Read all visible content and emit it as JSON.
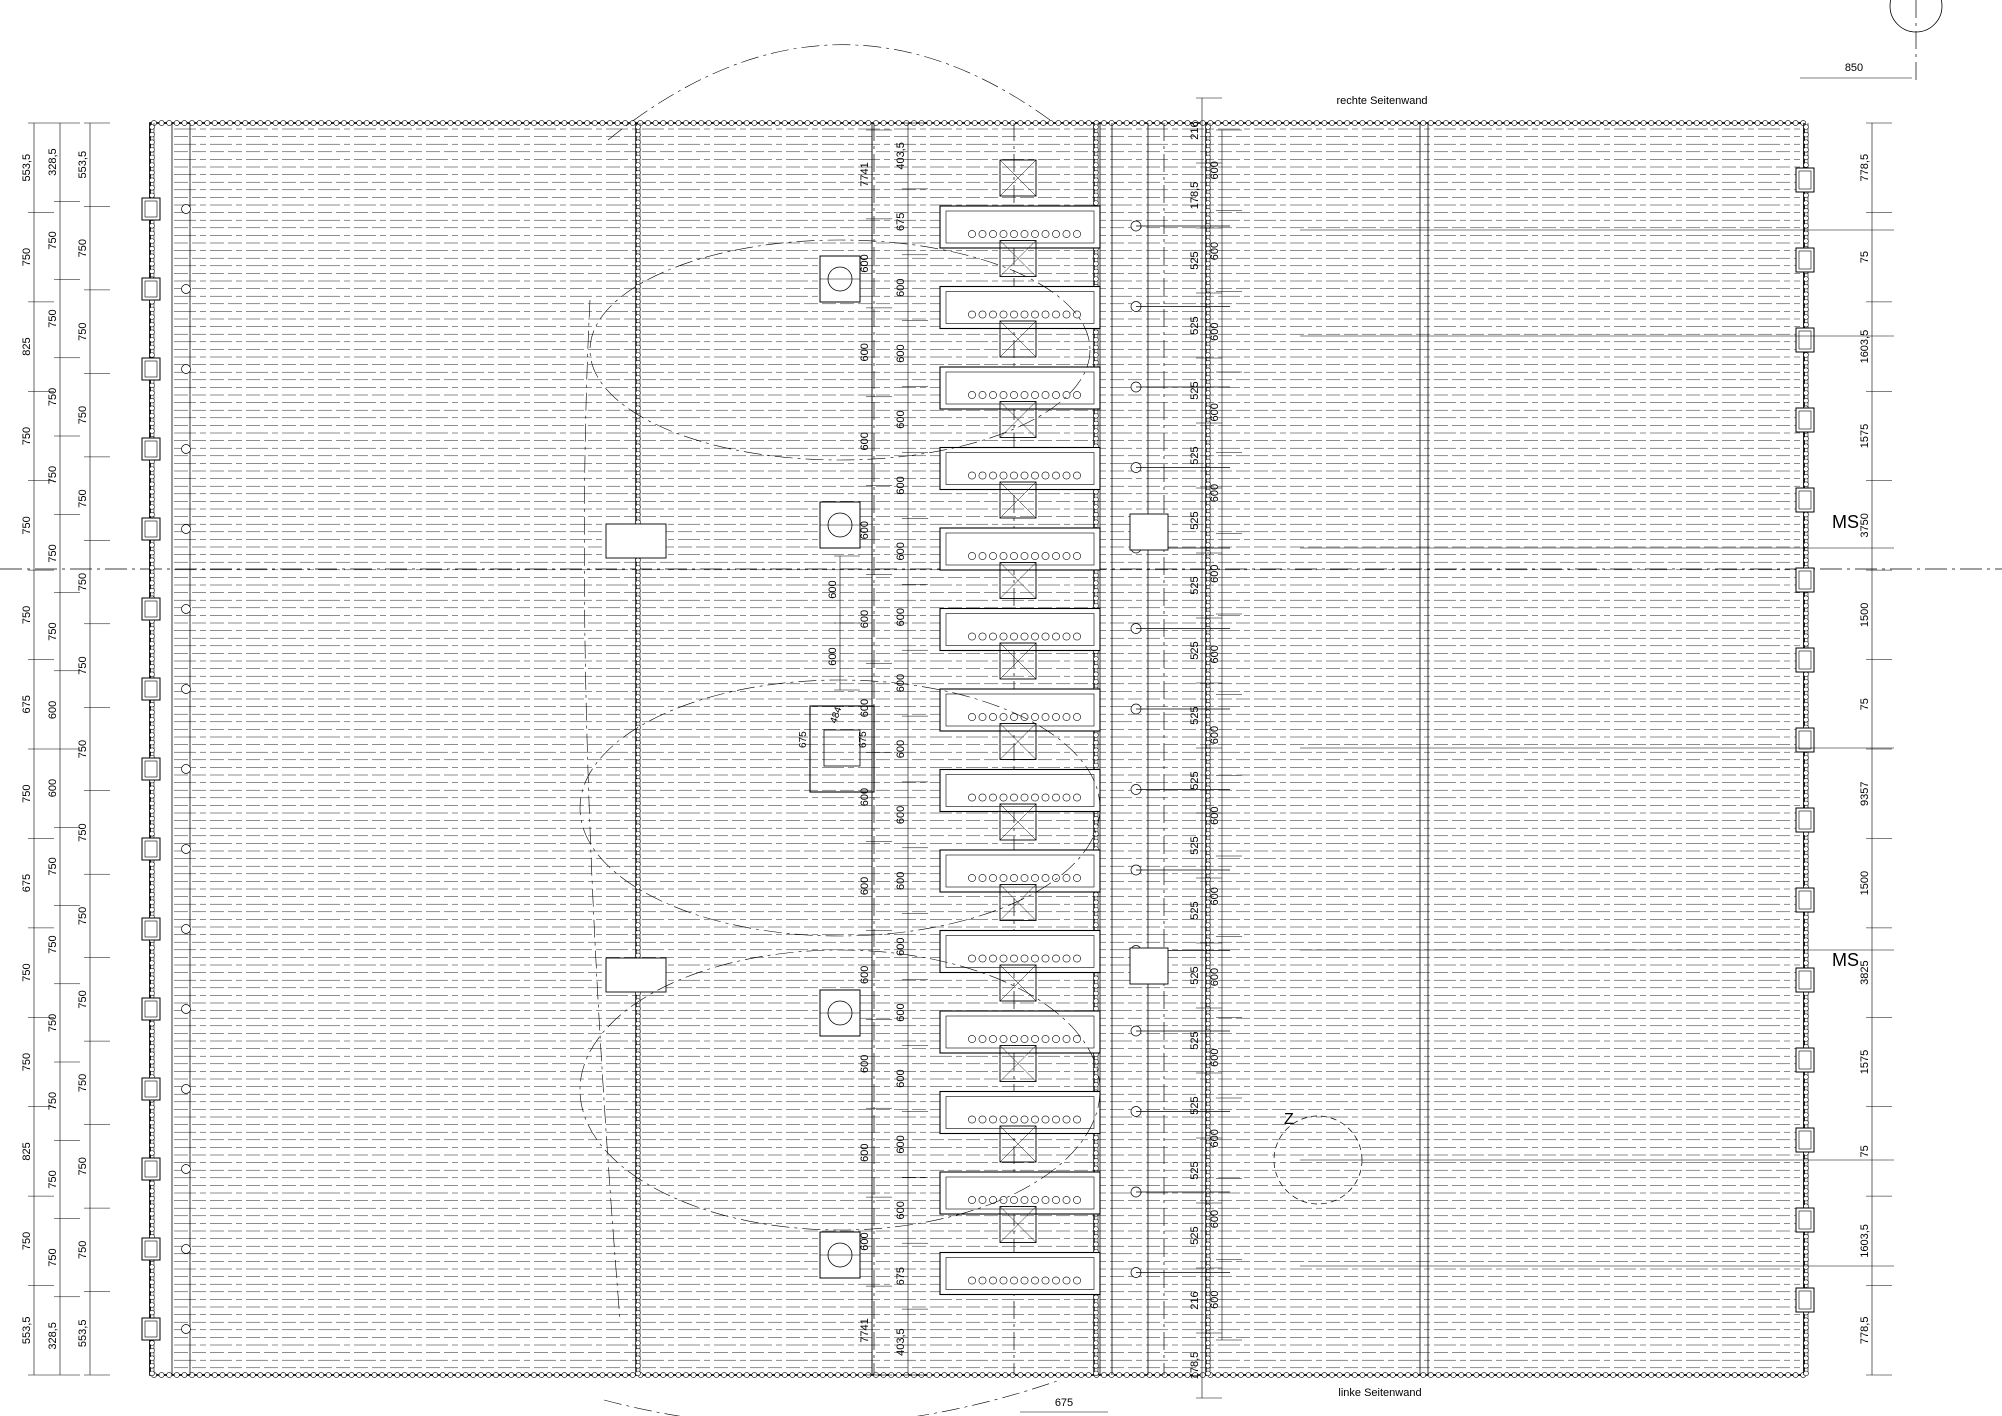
{
  "drawing": {
    "top_wall_label": "rechte Seitenwand",
    "bottom_wall_label": "linke Seitenwand",
    "ms_marks": [
      "MS",
      "MS"
    ],
    "detail_mark": "Z",
    "line_color": "#000000"
  },
  "dims": {
    "left_outer": [
      "553,5",
      "750",
      "825",
      "750",
      "750",
      "750",
      "675",
      "750",
      "675",
      "750",
      "750",
      "825",
      "750",
      "553,5"
    ],
    "left_inner_a": [
      "328,5",
      "750",
      "750",
      "750",
      "750",
      "750",
      "750",
      "600",
      "600",
      "750",
      "750",
      "750",
      "750",
      "750",
      "750",
      "328,5"
    ],
    "left_inner_b": [
      "553,5",
      "750",
      "750",
      "750",
      "750",
      "750",
      "750",
      "750",
      "750",
      "750",
      "750",
      "750",
      "750",
      "750",
      "553,5"
    ],
    "col_a": [
      "7741",
      "600",
      "600",
      "600",
      "600",
      "600",
      "600",
      "600",
      "600",
      "600",
      "600",
      "600",
      "600",
      "7741"
    ],
    "col_a_side": [
      "600",
      "600"
    ],
    "col_b": [
      "403,5",
      "675",
      "600",
      "600",
      "600",
      "600",
      "600",
      "600",
      "600",
      "600",
      "600",
      "600",
      "600",
      "600",
      "600",
      "600",
      "600",
      "675",
      "403,5"
    ],
    "col_c": [
      "216",
      "178,5",
      "525",
      "525",
      "525",
      "525",
      "525",
      "525",
      "525",
      "525",
      "525",
      "525",
      "525",
      "525",
      "525",
      "525",
      "525",
      "525",
      "216",
      "178,5"
    ],
    "col_d": [
      "600",
      "600",
      "600",
      "600",
      "600",
      "600",
      "600",
      "600",
      "600",
      "600",
      "600",
      "600",
      "600",
      "600",
      "600"
    ],
    "right_a": [
      "778,5",
      "75",
      "1603,5",
      "1575",
      "3750",
      "1500",
      "75",
      "9357",
      "1500",
      "3825",
      "1575",
      "75",
      "1603,5",
      "778,5"
    ],
    "top_right": "850",
    "bottom_center": "675",
    "detail_675": [
      "675",
      "675"
    ],
    "detail_484": "484"
  }
}
